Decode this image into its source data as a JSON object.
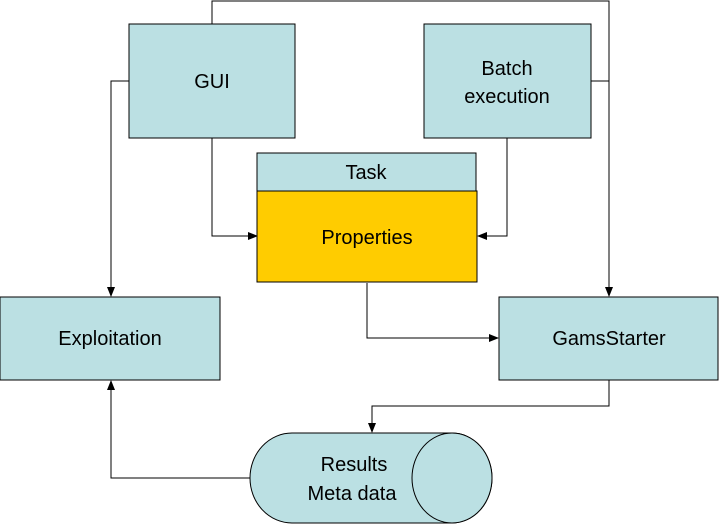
{
  "diagram": {
    "nodes": {
      "gui": {
        "label": "GUI"
      },
      "batch": {
        "line1": "Batch",
        "line2": "execution"
      },
      "task": {
        "label": "Task"
      },
      "properties": {
        "label": "Properties"
      },
      "exploitation": {
        "label": "Exploitation"
      },
      "gamsstarter": {
        "label": "GamsStarter"
      },
      "results": {
        "line1": "Results",
        "line2": "Meta data"
      }
    },
    "colors": {
      "box_fill": "#bbe0e3",
      "highlight_fill": "#ffcc00",
      "stroke": "#000000"
    },
    "edges": [
      {
        "from": "GUI",
        "to": "Properties"
      },
      {
        "from": "GUI",
        "to": "Exploitation"
      },
      {
        "from": "GUI",
        "to": "GamsStarter"
      },
      {
        "from": "Batch execution",
        "to": "Properties"
      },
      {
        "from": "Batch execution",
        "to": "GamsStarter"
      },
      {
        "from": "Properties",
        "to": "GamsStarter"
      },
      {
        "from": "GamsStarter",
        "to": "Results"
      },
      {
        "from": "Results",
        "to": "Exploitation"
      }
    ]
  }
}
